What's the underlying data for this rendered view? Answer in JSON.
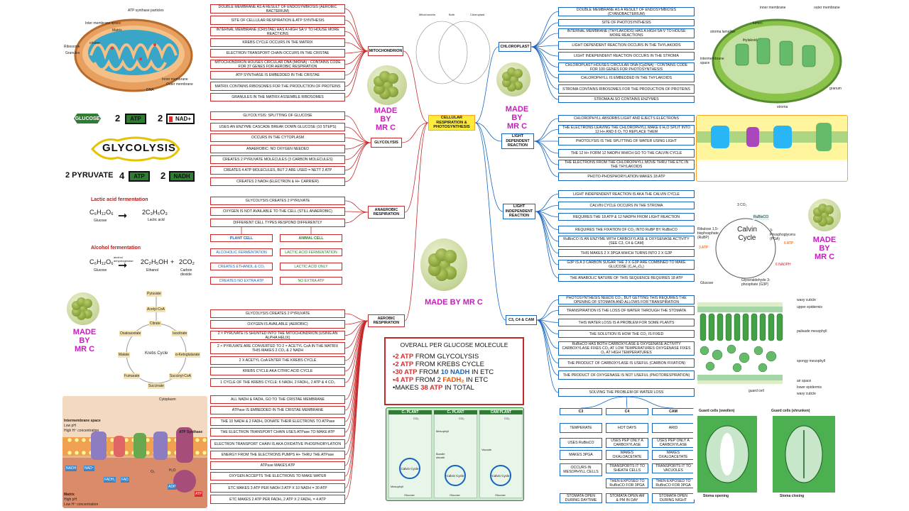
{
  "center": "CELLULAR RESPIRATION & PHOTOSYNTHESIS",
  "made_by": "MADE BY MR C",
  "made_by_lines": [
    "MADE",
    "BY",
    "MR C"
  ],
  "hubs": {
    "mitochondrion": "MITOCHONDRION",
    "glycolysis": "GLYCOLYSIS",
    "anaerobic": "ANAEROBIC RESPIRATION",
    "aerobic": "AEROBIC RESPIRATION",
    "chloroplast": "CHLOROPLAST",
    "light_dep": "LIGHT DEPENDENT REACTION",
    "light_indep": "LIGHT INDEPENDENT REACTION",
    "c3c4cam": "C3, C4 & CAM"
  },
  "venn": {
    "left_title": "Mitochondria",
    "mid_title": "Both",
    "right_title": "Chloroplast"
  },
  "mito_items": [
    "DOUBLE MEMBRANE AS A RESULT OF ENDOSYMBIOSIS (AEROBIC BACTERIUM)",
    "SITE OF CELLULAR RESPIRATION & ATP SYNTHESIS",
    "INTERNAL MEMBRANE (CRISTAE) HAS A HIGH SA:V TO HOUSE MORE REACTIONS",
    "KREBS CYCLE OCCURS IN THE MATRIX",
    "ELECTRON TRANSPORT CHAIN OCCURS IN THE CRISTAE",
    "MITOCHONDRION HOUSES CIRCULAR DNA (MtDNA) - CONTAINS CODE FOR 37 GENES FOR AEROBIC RESPIRATION",
    "ATP SYNTHASE IS EMBEDDED IN THE CRISTAE",
    "MATRIX CONTAINS RIBOSOMES FOR THE PRODUCTION OF PROTEINS",
    "GRANULES IN THE MATRIX ASSEMBLE RIBOSOMES"
  ],
  "glyco_items": [
    "GLYCOLYSIS: SPLITTING OF GLUCOSE",
    "USES AN ENZYME CASCADE BREAK DOWN GLUCOSE (10 STEPS)",
    "OCCURS IN THE CYTOPLASM",
    "ANAEROBIC: NO OXYGEN NEEDED",
    "CREATES 2 PYRUVATE MOLECULES (3 CARBON MOLECULES)",
    "CREATES 4 ATP MOLECULES, BUT 2 ARE USED = NETT 2 ATP",
    "CREATES 2 NADH (ELECTRON & H+ CARRIER)"
  ],
  "anaer_items": [
    "GLYCOLYSIS CREATES 2 PYRUVATE",
    "OXYGEN IS NOT AVAILABLE TO THE CELL (STILL ANAEROBIC)",
    "DIFFERENT CELL TYPES RESPOND DIFFERENTLY"
  ],
  "anaer_plant": [
    "PLANT CELL",
    "ALCOHOLIC FERMENTATION",
    "CREATES ETHANOL & CO₂",
    "CREATES NO EXTRA ATP"
  ],
  "anaer_animal": [
    "ANIMAL CELL",
    "LACTIC ACID FERMENTATION",
    "LACTIC ACID ONLY",
    "NO EXTRA ATP"
  ],
  "aer_items": [
    "GLYCOLYSIS CREATES 2 PYRUVATE",
    "OXYGEN IS AVAILABLE (AEROBIC)",
    "2 × PYRUVATE IS SHUNTED INTO THE MITOCHONDRION (USING AN ALPHA HELIX)",
    "2 × PYRUVATE ARE CONVERTED TO 2 × ACETYL CoA IN THE MATRIX THIS MAKES 2 CO₂ & 2 NADH",
    "2 X ACETYL CoA ENTER THE KREBS CYCLE",
    "KREBS CYCLE AKA CITRIC ACID CYCLE",
    "1 CYCLE OF THE KREBS CYCLE: 6 NADH, 2 FADH₂, 2 ATP & 4 CO₂",
    "ALL NADH & FADH₂ GO TO THE CRISTAE MEMBRANE",
    "ATPase IS EMBEDDED IN THE CRISTAE MEMBRANE",
    "THE 10 NADH & 2 FADH₂ DONATE THEIR ELECTRONS TO ATPase",
    "THE ELECTRON TRANSPORT CHAIN USES ATPase TO MAKE ATP",
    "ELECTRON TRANSPORT CHAIN IS AKA OXIDATIVE PHOSPHORYLATION",
    "ENERGY FROM THE ELECTRONS PUMPS H+ THRU THE ATPase",
    "ATPase MAKES ATP",
    "OXYGEN ACCEPTS THE ELECTRONS TO MAKE WATER",
    "ETC MAKES 3 ATP PER NADH 3 ATP X 10 NADH = 30 ATP",
    "ETC MAKES 2 ATP PER FADH₂ 2 ATP X 2 FADH₂ = 4 ATP"
  ],
  "chloro_items": [
    "DOUBLE MEMBRANE AS A RESULT OF ENDOSYMBIOSIS (CYANOBACTERIUM)",
    "SITE OF PHOTOSYNTHESIS",
    "INTERNAL MEMBRANE (THYLAKOIDS) HAS A HIGH SA:V TO HOUSE MORE REACTIONS",
    "LIGHT DEPENDENT REACTION OCCURS IN THE THYLAKOIDS",
    "LIGHT INDEPENDENT REACTION OCCURS IN THE STROMA",
    "CHLOROPLAST HOUSES CIRCULAR DNA (CpDNA) - CONTAINS CODE FOR 100 GENES FOR PHOTOSYNTHESIS",
    "CHLOROPHYLL IS EMBEDDED IN THE THYLAKOIDS",
    "STROMA CONTAINS RIBOSOMES FOR THE PRODUCTION OF PROTEINS",
    "STROMA ALSO CONTAINS ENZYMES"
  ],
  "ld_items": [
    "CHLOROPHYLL ABSORBS LIGHT AND EJECTS ELECTRONS",
    "THE ELECTRONS LEAVING THE CHLOROPHYLL MAKE 6 H₂O SPLIT INTO 12 H+ AND 6 O₂ TO REPLACE THEM",
    "PHOTOLYSIS IS THE SPLITTING OF WATER USING LIGHT",
    "THE 12 H+ FORM 12 NADPH WHICH GO TO THE CALVIN CYCLE",
    "THE ELECTRONS FROM THE CHLOROPHYLL MOVE THRU THE ETC IN THE THYLAKOIDS",
    "PHOTO-PHOSPHORYLATION MAKES 18 ATP"
  ],
  "li_items": [
    "LIGHT INDEPENDENT REACTION IS AKA THE CALVIN CYCLE",
    "CALVIN CYCLE OCCURS IN THE STROMA",
    "REQUIRES THE 18 ATP & 12 NADPH FROM LIGHT REACTION",
    "REQUIRES THE FIXATION OF CO₂ INTO RuBP BY RuBisCO",
    "RuBisCO IS AN ENZYME WITH CARBOXYLASE & OXYGENASE ACTIVITY (SEE C3, C4 & CAM)",
    "THIS MAKES 2 X 3PGA WHICH TURNS INTO 2 X G3P",
    "G3P IS A 3 CARBON SUGAR THE 2 X G3P ARE COMBINED TO MAKE GLUCOSE (C₆H₁₂O₆)",
    "THE ANABOLIC NATURE OF THIS SEQUENCE REQUIRES 18 ATP"
  ],
  "cam_items": [
    "PHOTOSYNTHESIS NEEDS CO₂, BUT GETTING THIS REQUIRES THE OPENING OF STOMATA AND ALLOWS FOR TRANSPIRATION",
    "TRANSPIRATION IS THE LOSS OF WATER THROUGH THE STOMATA",
    "THIS WATER LOSS IS A PROBLEM FOR SOME PLANTS",
    "THE SOLUTION IS HOW THE CO₂ IS FIXED",
    "RuBisCO HAS BOTH CARBOXYLASE & OXYGENASE ACTIVITY CARBOXYLASE FIXES CO₂ AT LOW TEMPERATURES OXYGENASE FIXES O₂ AT HIGH TEMPERATURES",
    "THE PRODUCT OF CARBOXYLASE IS USEFUL (CARBON FIXATION)",
    "THE PRODUCT OF OXYGENASE IS NOT USEFUL (PHOTORESPIRATION)",
    "SOLVING THE PROBLEM OF WATER LOSS"
  ],
  "cam_columns": [
    {
      "head": "C3",
      "items": [
        "TEMPERATE",
        "USES RuBisCO",
        "MAKES 3PGA",
        "OCCURS IN MESOPHYLL CELLS",
        "STOMATA OPEN DURING DAYTIME"
      ]
    },
    {
      "head": "C4",
      "items": [
        "HOT DAYS",
        "USES PEP ONLY A CARBOXYLASE",
        "MAKES OXALOACETATE",
        "TRANSPORTS IT TO SHEATH CELLS",
        "THEN EXPOSED TO RuBisCO FOR 3PGA",
        "STOMATA OPEN AM & PM IN DAY"
      ]
    },
    {
      "head": "CAM",
      "items": [
        "ARID",
        "USES PEP ONLY A CARBOXYLASE",
        "MAKES OXALOACETATE",
        "TRANSPORTS IT TO VACUOLES",
        "THEN EXPOSED TO RuBisCO FOR 3PGA",
        "STOMATA OPEN DURING NIGHT"
      ]
    }
  ],
  "summary": {
    "title": "OVERALL PER GLUCOSE MOLECULE",
    "rows": [
      {
        "a": "•2 ATP",
        "b": " FROM GLYCOLYSIS"
      },
      {
        "a": "•2 ATP",
        "b": " FROM KREBS CYCLE"
      },
      {
        "a": "•30 ATP",
        "b": " FROM ",
        "c": "10 NADH",
        "d": " IN ETC"
      },
      {
        "a": "•4 ATP",
        "b": " FROM 2 ",
        "c": "FADH₂",
        "d": " IN ETC"
      },
      {
        "a": "•MAKES ",
        "c": "38 ATP",
        "d": " IN TOTAL"
      }
    ]
  },
  "glyco_pic": {
    "glucose": "GLUCOSE",
    "title": "GLYCOLYSIS",
    "two": "2",
    "atp": "ATP",
    "nad": "NAD+",
    "pyruvate": "2 PYRUVATE",
    "four": "4",
    "nadh": "NADH"
  },
  "ferment": {
    "lactic_title": "Lactic acid fermentation",
    "alc_title": "Alcohol fermentation",
    "glucose": "Glucose",
    "lactic": "Lactic acid",
    "ethanol": "Ethanol",
    "co2": "Carbon dioxide",
    "c6": "C₆H₁₂O₆",
    "c3": "2C₃H₆O₃",
    "c2": "2C₂H₅OH",
    "co2f": "2CO₂",
    "enzyme": "alcohol dehydrogenase",
    "plus": "+"
  },
  "krebs": {
    "title": "Krebs Cycle",
    "nodes": [
      "Pyruvate",
      "Acetyl-CoA",
      "Citrate",
      "Isocitrate",
      "α-Ketoglutarate",
      "Succinyl-CoA",
      "Succinate",
      "Fumarate",
      "Malate",
      "Oxaloacetate"
    ]
  },
  "etc_labels": [
    "Cytoplasm",
    "Intermembrane space",
    "Low pH",
    "High H⁺ concentration",
    "ATP Synthase",
    "Matrix",
    "High pH",
    "Low H⁺ concentration",
    "NADH",
    "NAD⁺",
    "FADH₂",
    "FAD",
    "ADP",
    "ATP",
    "H₂O",
    "O₂"
  ],
  "mito_labels": [
    "ATP synthase particles",
    "Inter membrane space",
    "Matrix",
    "Ribosome",
    "cristae",
    "Granules",
    "DNA",
    "Inner membrane",
    "Outer membrane"
  ],
  "chloro_labels": [
    "inner membrane",
    "outer membrane",
    "stroma lamellae",
    "lumen",
    "thylakoid",
    "intermembrane space",
    "granum",
    "stroma"
  ],
  "calvin": {
    "title": "Calvin Cycle",
    "labels": [
      "3 CO₂",
      "RuBisCO",
      "3 ATP",
      "6 ATP",
      "6 NADPH",
      "Ribulose 1,5-bisphosphate (RuBP)",
      "3-Phosphoglycerate (PGA)",
      "Glyceraldehyde 3-phosphate (G3P)",
      "Glucose"
    ]
  },
  "leaf_labels": [
    "waxy cuticle",
    "upper epidermis",
    "palisade mesophyll",
    "spongy mesophyll",
    "air space",
    "lower epidermis",
    "waxy cuticle",
    "guard cell"
  ],
  "guard": {
    "open_title": "Guard cells (swollen)",
    "closed_title": "Guard cells (shrunken)",
    "open": "Stoma opening",
    "closed": "Stoma closing"
  },
  "plants": [
    "C₃ PLANT",
    "C₄ PLANT",
    "CAM PLANT"
  ],
  "plant_labels": [
    "Calvin Cycle",
    "Mesophyll",
    "Bundle sheath",
    "Vacuole",
    "Glucose",
    "CO₂"
  ],
  "colors": {
    "red": "#c62828",
    "blue": "#1565c0",
    "yellow": "#ffeb3b",
    "magenta": "#c31fb8"
  }
}
